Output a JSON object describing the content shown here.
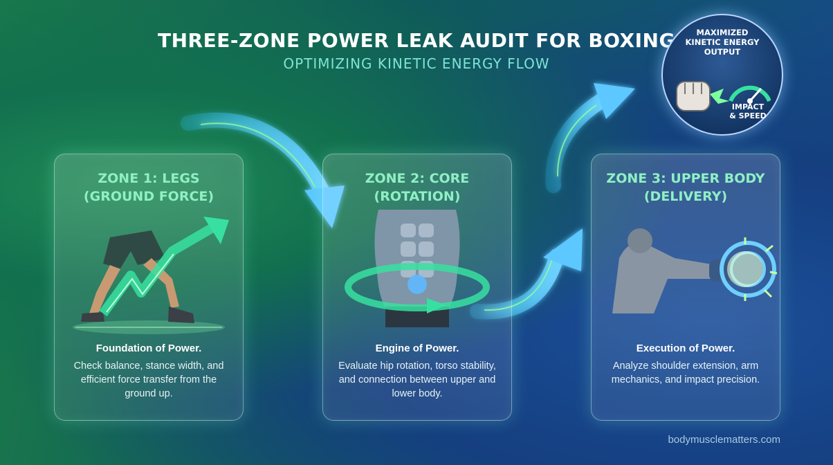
{
  "title": "THREE-ZONE POWER LEAK AUDIT FOR BOXING",
  "subtitle": "OPTIMIZING KINETIC ENERGY FLOW",
  "zones": [
    {
      "title_line1": "ZONE 1: LEGS",
      "title_line2": "(GROUND FORCE)",
      "heading": "Foundation of Power.",
      "body": "Check balance, stance width, and efficient force transfer from the ground up.",
      "icon": "legs-force-arrow-icon"
    },
    {
      "title_line1": "ZONE 2: CORE",
      "title_line2": "(ROTATION)",
      "heading": "Engine of Power.",
      "body": "Evaluate hip rotation, torso stability, and connection between upper and lower body.",
      "icon": "core-rotation-icon"
    },
    {
      "title_line1": "ZONE 3: UPPER BODY",
      "title_line2": "(DELIVERY)",
      "heading": "Execution of Power.",
      "body": "Analyze shoulder extension, arm mechanics, and impact precision.",
      "icon": "boxer-punch-icon"
    }
  ],
  "badge": {
    "title_line1": "MAXIMIZED",
    "title_line2": "KINETIC ENERGY",
    "title_line3": "OUTPUT",
    "sub_line1": "IMPACT",
    "sub_line2": "& SPEED",
    "icons": [
      "fist-icon",
      "speed-gauge-icon"
    ]
  },
  "watermark": "bodymusclematters.com",
  "colors": {
    "zone_title": "#8ff0c4",
    "arrow_glow": "#7fd8ff",
    "energy_green": "#6dff9e",
    "badge_border": "#b9d6ff"
  }
}
